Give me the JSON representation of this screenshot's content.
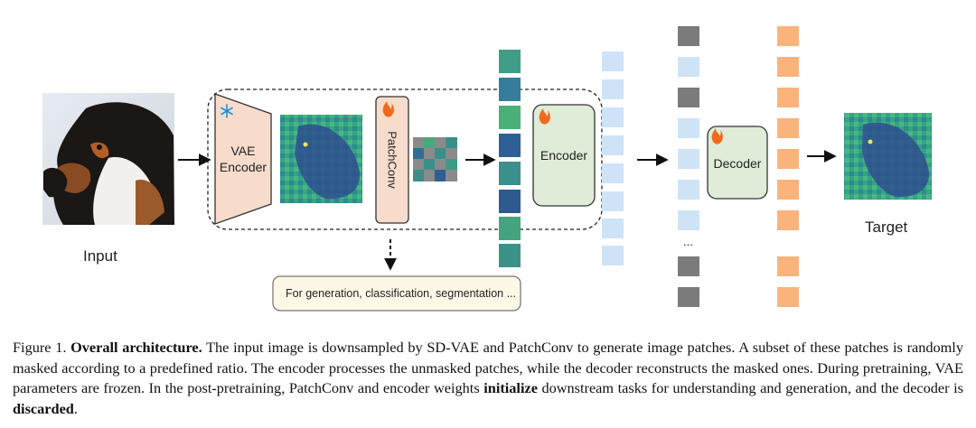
{
  "diagram": {
    "input_label": "Input",
    "vae_encoder_label": "VAE Encoder",
    "patchconv_label": "PatchConv",
    "encoder_label": "Encoder",
    "decoder_label": "Decoder",
    "target_label": "Target",
    "downstream_label": "For generation, classification, segmentation ...",
    "ellipsis": "...",
    "token_colors": {
      "unmasked": "#cfe3f7",
      "masked": "#7b7b7b",
      "output": "#f9b37b"
    },
    "frozen_icon": "snowflake-icon",
    "trainable_icon": "flame-icon"
  },
  "caption": {
    "prefix": "Figure 1.",
    "title": "Overall architecture.",
    "text1": "The input image is downsampled by SD-VAE and PatchConv to generate image patches. A subset of these patches is randomly masked according to a predefined ratio. The encoder processes the unmasked patches, while the decoder reconstructs the masked ones. During pretraining, VAE parameters are frozen. In the post-pretraining, PatchConv and encoder weights",
    "bold1": "initialize",
    "text2": "downstream tasks for understanding and generation, and the decoder is",
    "bold2": "discarded",
    "end": "."
  }
}
